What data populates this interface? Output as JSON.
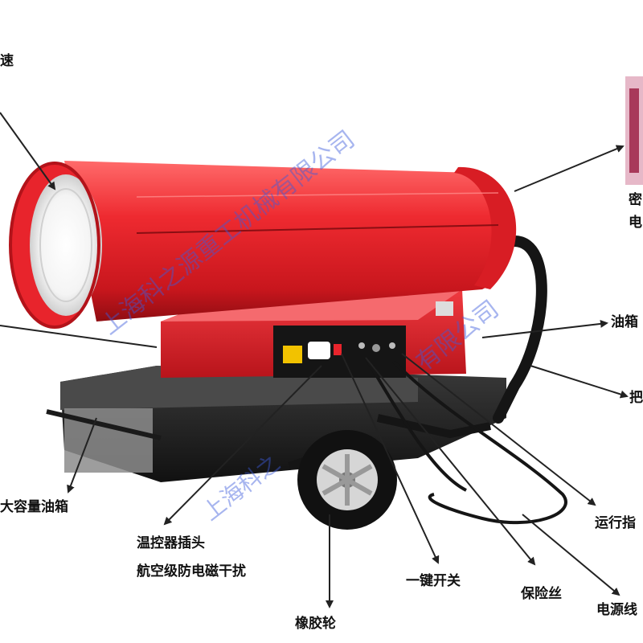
{
  "labels": {
    "top_left": "速",
    "right_top_1": "密",
    "right_top_2": "电",
    "oil_tank_side": "油箱",
    "handle": "把",
    "large_tank": "大容量油箱",
    "thermostat_1": "温控器插头",
    "thermostat_2": "航空级防电磁干扰",
    "one_key_switch": "一键开关",
    "run_indicator": "运行指",
    "fuse": "保险丝",
    "power": "电源线",
    "rubber_wheel": "橡胶轮"
  },
  "watermark": {
    "text_main": "上海科之源重工机械有限公司",
    "text_mid": "有限公司",
    "text_low": "上海科之"
  },
  "colors": {
    "body_red": "#e8242c",
    "dark_red": "#a5121a",
    "base_black": "#1c1c1c",
    "watermark": "#3c5adc"
  }
}
